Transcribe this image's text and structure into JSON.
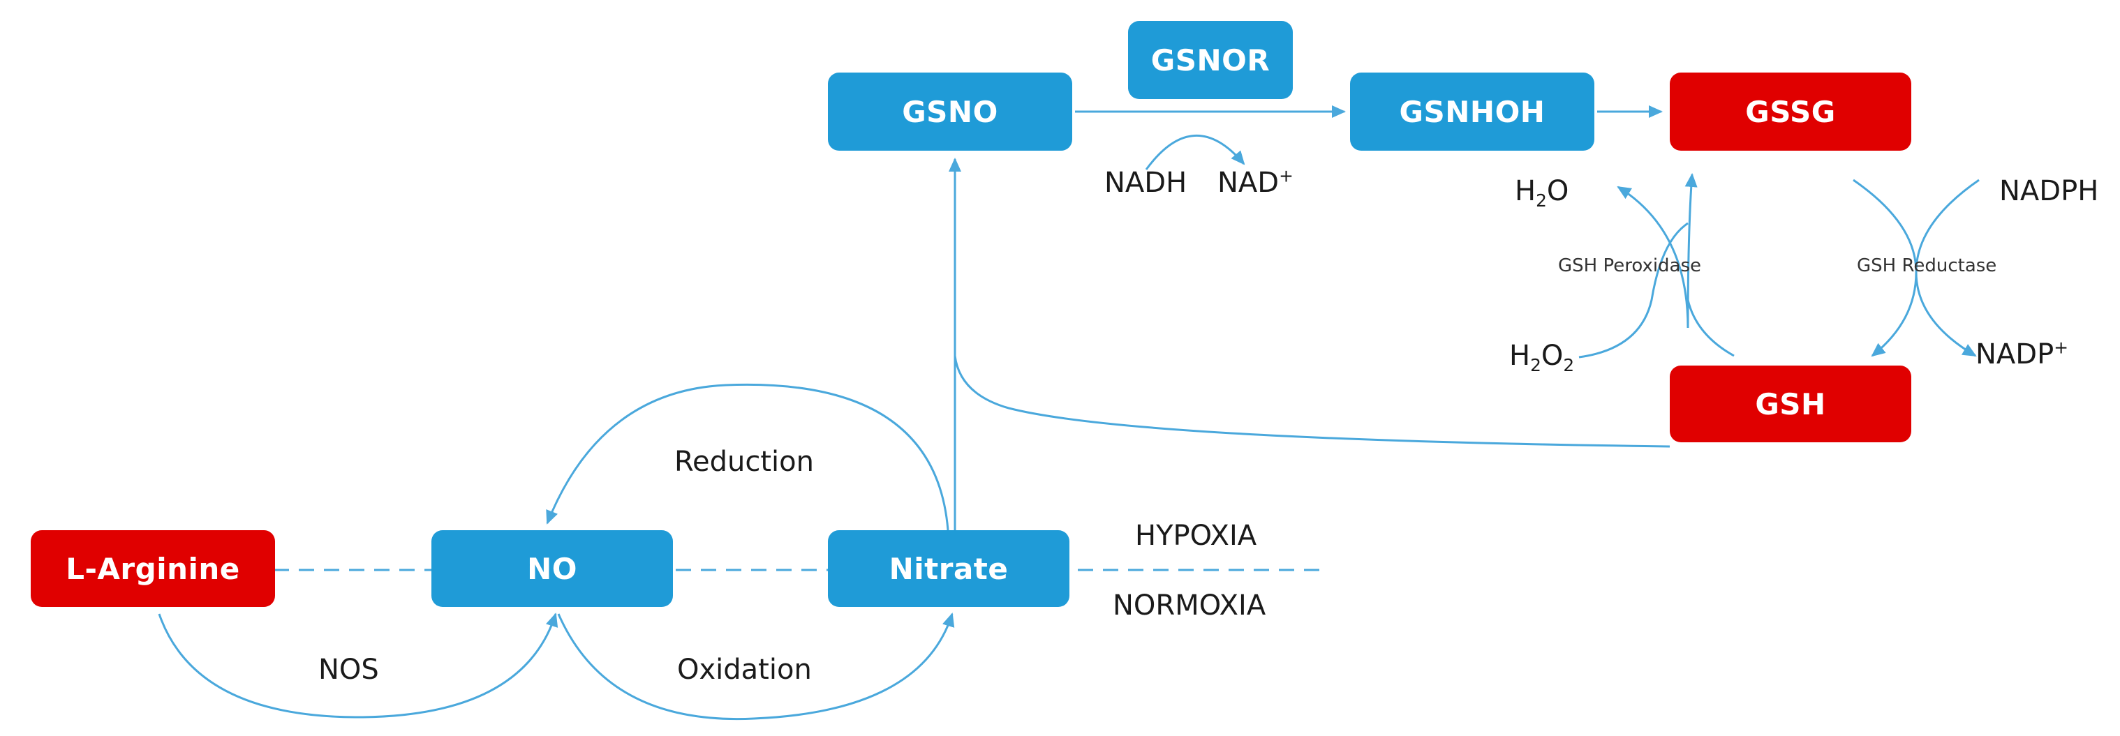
{
  "nodes": {
    "gsno": "GSNO",
    "gsnor": "GSNOR",
    "gsnhoh": "GSNHOH",
    "gssg": "GSSG",
    "gsh": "GSH",
    "l_arginine": "L-Arginine",
    "no": "NO",
    "nitrate": "Nitrate"
  },
  "labels": {
    "nadh": "NADH",
    "nad": "NAD",
    "nad_sup": "+",
    "h2o_h": "H",
    "h2o_sub": "2",
    "h2o_o": "O",
    "h2o2_h": "H",
    "h2o2_sub1": "2",
    "h2o2_o": "O",
    "h2o2_sub2": "2",
    "nadph": "NADPH",
    "nadp": "NADP",
    "nadp_sup": "+",
    "gsh_peroxidase": "GSH Peroxidase",
    "gsh_reductase": "GSH Reductase",
    "reduction": "Reduction",
    "oxidation": "Oxidation",
    "nos": "NOS",
    "hypoxia": "HYPOXIA",
    "normoxia": "NORMOXIA"
  },
  "colors": {
    "blue_node": "#1f9bd7",
    "red_node": "#e00000",
    "connector": "#4aa8dc"
  }
}
